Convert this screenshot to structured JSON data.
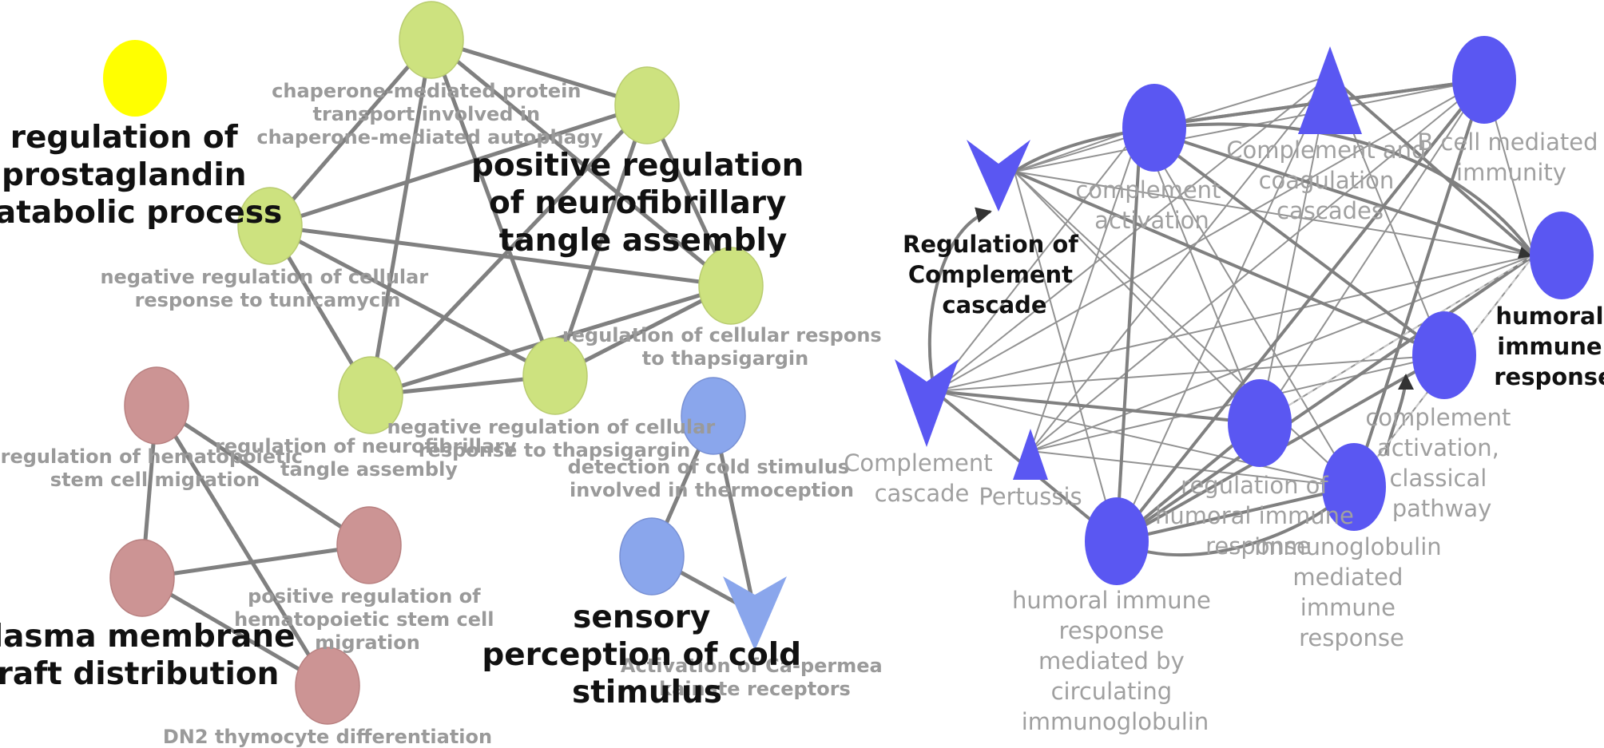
{
  "colors": {
    "yellow": "#ffff00",
    "light_green": "#cde27f",
    "rose": "#cc9494",
    "light_blue": "#8aa6ec",
    "blue": "#5a57f2",
    "edge": "#808080",
    "title_text": "#111111",
    "label_text": "#9a9a9a"
  },
  "left_network": {
    "cluster_titles": [
      "regulation of prostaglandin catabolic process",
      "positive regulation of neurofibrillary tangle assembly",
      "plasma membrane raft distribution",
      "sensory perception of cold stimulus"
    ],
    "node_labels": [
      "chaperone-mediated protein transport involved in chaperone-mediated autophagy",
      "negative regulation of cellular response to tunicamycin",
      "regulation of cellular response to thapsigargin",
      "regulation of neurofibrillary tangle assembly",
      "negative regulation of cellular response to thapsigargin",
      "regulation of hematopoietic stem cell migration",
      "positive regulation of hematopoietic stem cell migration",
      "DN2 thymocyte differentiation",
      "detection of cold stimulus involved in thermoception",
      "Activation of Ca-permeable kainate receptors"
    ]
  },
  "right_network": {
    "cluster_titles": [
      "Regulation of Complement cascade",
      "humoral immune response"
    ],
    "node_labels": [
      "complement activation",
      "Complement and coagulation cascades",
      "B cell mediated immunity",
      "Complement cascade",
      "Pertussis",
      "complement activation, classical pathway",
      "regulation of humoral immune response",
      "immunoglobulin mediated immune response",
      "humoral immune response mediated by circulating immunoglobulin"
    ]
  }
}
